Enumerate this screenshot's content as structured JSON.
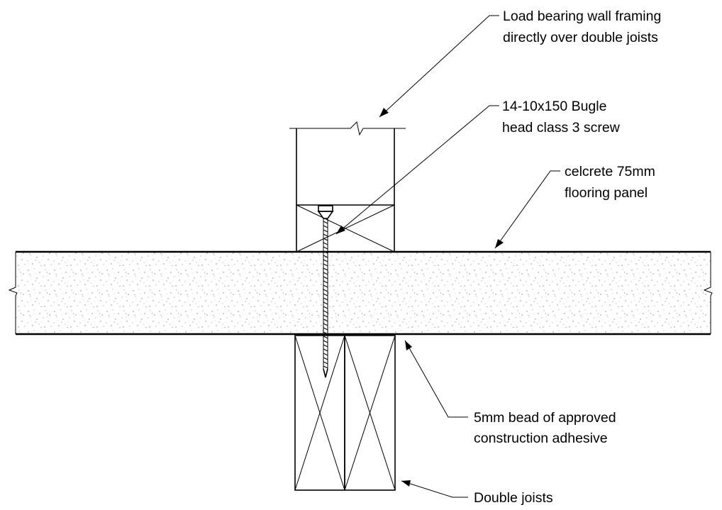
{
  "labels": {
    "wall_framing": [
      "Load bearing wall framing",
      "directly over double joists"
    ],
    "screw": [
      "14-10x150 Bugle",
      "head class 3 screw"
    ],
    "panel": [
      "celcrete 75mm",
      "flooring panel"
    ],
    "adhesive": [
      "5mm bead of approved",
      "construction adhesive"
    ],
    "joists": [
      "Double joists"
    ]
  },
  "colors": {
    "line": "#000000",
    "background": "#ffffff"
  }
}
